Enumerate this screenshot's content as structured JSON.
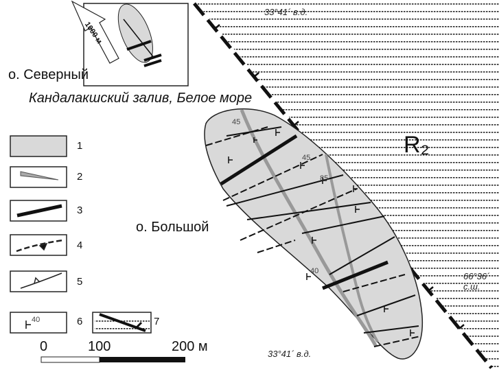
{
  "labels": {
    "island_north": "о. Северный",
    "bay": "Кандалакшский залив, Белое море",
    "island_big": "о. Большой",
    "rock_unit": "R₂",
    "lon_top": "33°41´ в.д.",
    "lon_bottom": "33°41´ в.д.",
    "lat": "66°36´ с.ш.",
    "inset_arrow": "1000 м"
  },
  "dips": [
    "45",
    "45",
    "85",
    "40"
  ],
  "legend": [
    {
      "num": "1",
      "symbol": "gray-fill"
    },
    {
      "num": "2",
      "symbol": "dike-wedge"
    },
    {
      "num": "3",
      "symbol": "thick-line"
    },
    {
      "num": "4",
      "symbol": "dashed-fault"
    },
    {
      "num": "5",
      "symbol": "thrust-line"
    },
    {
      "num": "6",
      "symbol": "strike-dip",
      "value": "40"
    },
    {
      "num": "7",
      "symbol": "boundary-fault"
    }
  ],
  "scale": {
    "ticks": [
      "0",
      "100",
      "200 м"
    ]
  },
  "colors": {
    "island": "#d9d9d9",
    "line": "#111111"
  }
}
